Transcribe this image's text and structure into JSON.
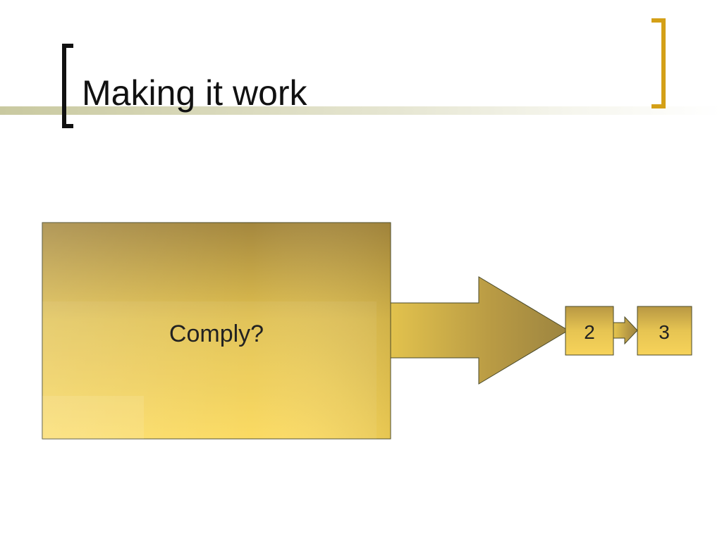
{
  "slide": {
    "title": "Making it work"
  },
  "diagram": {
    "nodes": [
      {
        "id": "comply",
        "label": "Comply?"
      },
      {
        "id": "step2",
        "label": "2"
      },
      {
        "id": "step3",
        "label": "3"
      }
    ]
  },
  "colors": {
    "left_bracket": "#111111",
    "right_bracket": "#d4a017",
    "box_top": "#a4873e",
    "box_bottom": "#fbd95a",
    "outline": "#4a4a2a"
  }
}
